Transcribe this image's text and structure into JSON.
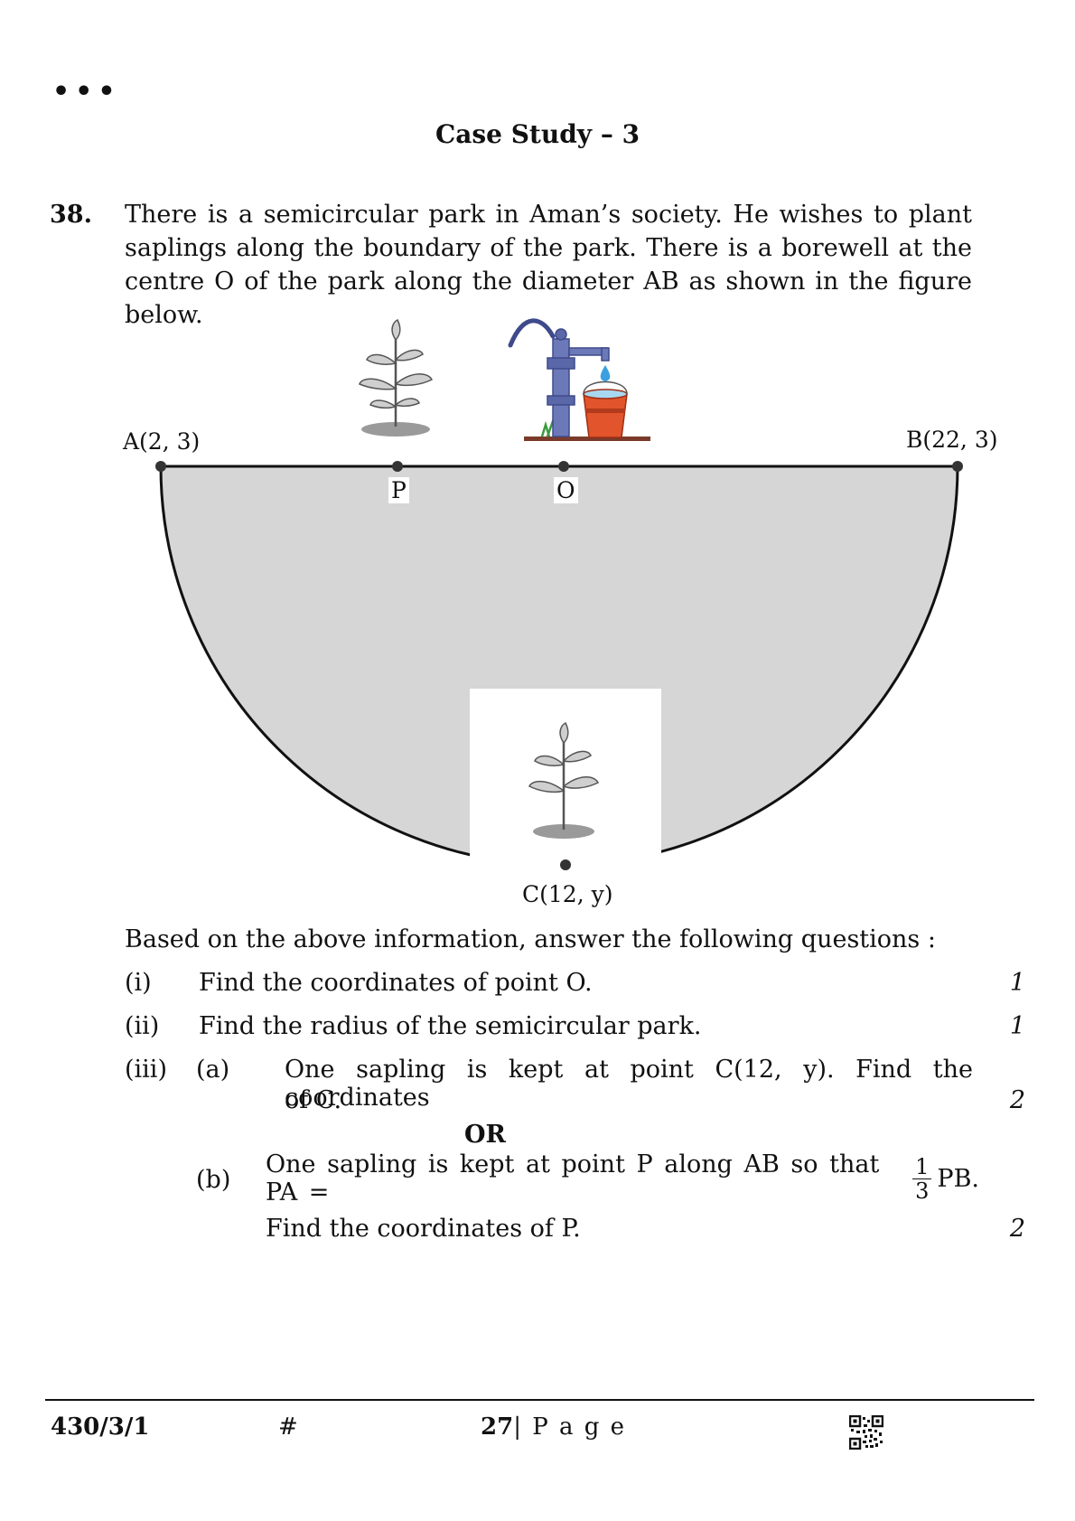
{
  "header": {
    "dots": "•••",
    "title": "Case Study – 3"
  },
  "question": {
    "number": "38.",
    "text": "There is a semicircular park in Aman’s society. He wishes to plant saplings along the boundary of the park. There is a borewell at the centre O of the park along the diameter AB as shown in the figure below."
  },
  "figure": {
    "labels": {
      "A": "A(2, 3)",
      "B": "B(22, 3)",
      "P": "P",
      "O": "O",
      "C": "C(12, y)"
    },
    "icons": [
      "sapling-icon",
      "hand-pump-icon",
      "bucket-icon",
      "water-drop-icon"
    ]
  },
  "prompt": "Based on the above information, answer the following questions :",
  "subquestions": {
    "i": {
      "label": "(i)",
      "text": "Find the coordinates of point O.",
      "marks": "1"
    },
    "ii": {
      "label": "(ii)",
      "text": "Find the radius of the semicircular park.",
      "marks": "1"
    },
    "iii": {
      "label": "(iii)",
      "a_label": "(a)",
      "a_line1": "One sapling is kept at point C(12, y). Find the coordinates",
      "a_line2": "of C.",
      "a_marks": "2",
      "or": "OR",
      "b_label": "(b)",
      "b_text_pre": "One sapling is kept at point P along AB so that PA =",
      "b_frac_num": "1",
      "b_frac_den": "3",
      "b_text_post": "PB.",
      "b_line2": "Find the coordinates of P.",
      "b_marks": "2"
    }
  },
  "footer": {
    "code": "430/3/1",
    "hash": "#",
    "page_num": "27",
    "page_word": "| P a g e"
  }
}
